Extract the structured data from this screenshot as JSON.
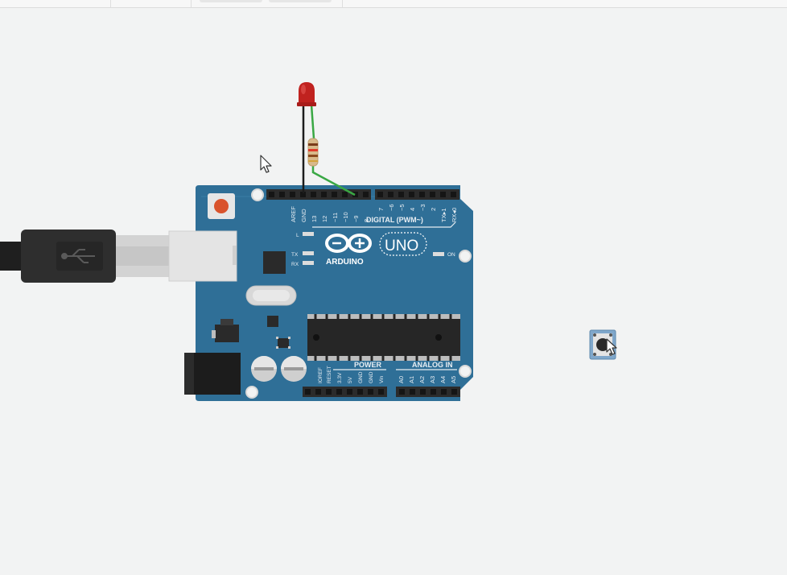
{
  "board": {
    "brand": "ARDUINO",
    "model": "UNO",
    "digital_label": "DIGITAL (PWM~)",
    "power_label": "POWER",
    "analog_label": "ANALOG IN",
    "on_label": "ON",
    "led_labels": {
      "l": "L",
      "tx": "TX",
      "rx": "RX"
    },
    "digital_pins": [
      "AREF",
      "GND",
      "13",
      "12",
      "~11",
      "~10",
      "~9",
      "8",
      "7",
      "~6",
      "~5",
      "4",
      "~3",
      "2",
      "TX▸1",
      "RX◂0"
    ],
    "power_pins": [
      "IOREF",
      "RESET",
      "3.3V",
      "5V",
      "GND",
      "GND",
      "Vin"
    ],
    "analog_pins": [
      "A0",
      "A1",
      "A2",
      "A3",
      "A4",
      "A5"
    ]
  },
  "colors": {
    "board": "#2f6f97",
    "board_edge": "#24597a",
    "header": "#2b2b2b",
    "led": "#c0221f",
    "wire_black": "#1c1c1c",
    "wire_green": "#3aa844",
    "usb": "#2e2e2e",
    "reset_button": "#d9532c",
    "canvas": "#f2f3f3"
  },
  "icons": {
    "cursor_main": "arrow-cursor-icon",
    "cursor_button": "arrow-cursor-icon",
    "usb_logo": "usb-symbol-icon"
  }
}
